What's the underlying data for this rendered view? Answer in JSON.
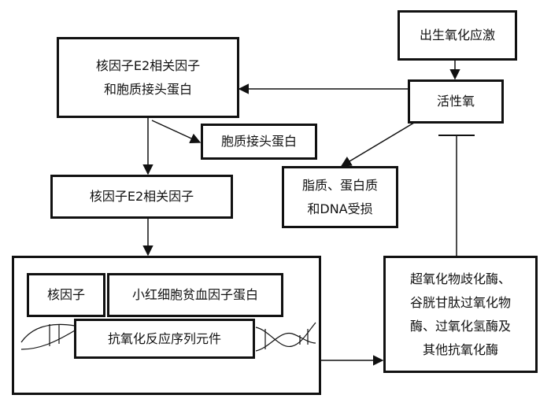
{
  "diagram": {
    "nodes": {
      "oxidative_stress": "出生氧化应激",
      "nrf2_keap1": [
        "核因子E2相关因子",
        "和胞质接头蛋白"
      ],
      "ros": "活性氧",
      "keap1": "胞质接头蛋白",
      "damage": [
        "脂质、蛋白质",
        "和DNA受损"
      ],
      "nrf2": "核因子E2相关因子",
      "nucleus": "核因子",
      "maf": "小红细胞贫血因子蛋白",
      "are": "抗氧化反应序列元件",
      "enzymes": [
        "超氧化物歧化酶、",
        "谷胱甘肽过氧化物",
        "酶、过氧化氢酶及",
        "其他抗氧化酶"
      ]
    }
  }
}
